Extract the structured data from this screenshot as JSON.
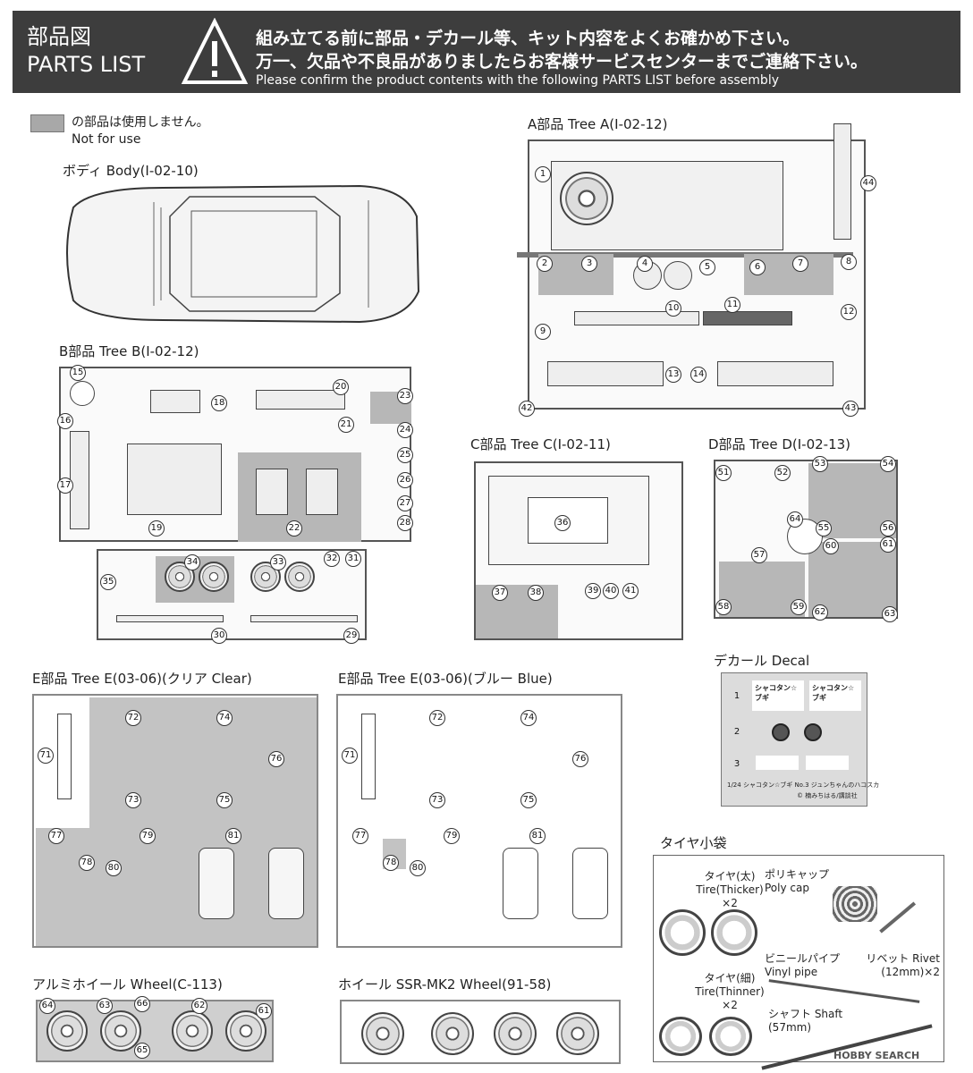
{
  "header": {
    "title_jp": "部品図",
    "title_en": "PARTS LIST",
    "line1": "組み立てる前に部品・デカール等、キット内容をよくお確かめ下さい。",
    "line2": "万一、欠品や不良品がありましたらお客様サービスセンターまでご連絡下さい。",
    "line3": "Please confirm the product contents with the following PARTS LIST before assembly"
  },
  "legend": {
    "jp": "の部品は使用しません。",
    "en": "Not for use"
  },
  "sections": {
    "body": "ボディ Body(I-02-10)",
    "tree_a": "A部品 Tree A(I-02-12)",
    "tree_b": "B部品 Tree B(I-02-12)",
    "tree_c": "C部品 Tree C(I-02-11)",
    "tree_d": "D部品 Tree D(I-02-13)",
    "decal": "デカール Decal",
    "tree_e_clear": "E部品 Tree E(03-06)(クリア Clear)",
    "tree_e_blue": "E部品 Tree E(03-06)(ブルー Blue)",
    "tire_bag": "タイヤ小袋",
    "wheel_alu": "アルミホイール Wheel(C-113)",
    "wheel_ssr": "ホイール SSR-MK2 Wheel(91-58)"
  },
  "tree_a_numbers": [
    "1",
    "2",
    "3",
    "4",
    "5",
    "6",
    "7",
    "8",
    "9",
    "10",
    "11",
    "12",
    "13",
    "14",
    "42",
    "43",
    "44"
  ],
  "tree_b_numbers": [
    "15",
    "16",
    "17",
    "18",
    "19",
    "20",
    "21",
    "22",
    "23",
    "24",
    "25",
    "26",
    "27",
    "28",
    "29",
    "30",
    "31",
    "32",
    "33",
    "34",
    "35"
  ],
  "tree_c_numbers": [
    "36",
    "37",
    "38",
    "39",
    "40",
    "41"
  ],
  "tree_d_numbers": [
    "51",
    "52",
    "53",
    "54",
    "55",
    "56",
    "57",
    "58",
    "59",
    "60",
    "61",
    "62",
    "63",
    "64"
  ],
  "tree_e_numbers": [
    "71",
    "72",
    "73",
    "74",
    "75",
    "76",
    "77",
    "78",
    "79",
    "80",
    "81"
  ],
  "wheel_alu_numbers": [
    "61",
    "62",
    "63",
    "64",
    "65",
    "66"
  ],
  "decal": {
    "row_numbers": [
      "1",
      "2",
      "3"
    ],
    "logo_text": "シャコタン☆ブギ",
    "caption": "1/24 シャコタン☆ブギ No.3 ジュンちゃんのハコスカ",
    "copyright": "© 楠みちはる/講談社"
  },
  "tire_bag": {
    "tire_thick_jp": "タイヤ(太)",
    "tire_thick_en": "Tire(Thicker)",
    "tire_thick_qty": "×2",
    "polycap_jp": "ポリキャップ",
    "polycap_en": "Poly cap",
    "vinyl_jp": "ビニールパイプ",
    "vinyl_en": "Vinyl pipe",
    "rivet_jp": "リベット Rivet",
    "rivet_en": "(12mm)×2",
    "tire_thin_jp": "タイヤ(細)",
    "tire_thin_en": "Tire(Thinner)",
    "tire_thin_qty": "×2",
    "shaft_jp": "シャフト Shaft",
    "shaft_en": "(57mm)"
  },
  "watermark": "HOBBY SEARCH"
}
